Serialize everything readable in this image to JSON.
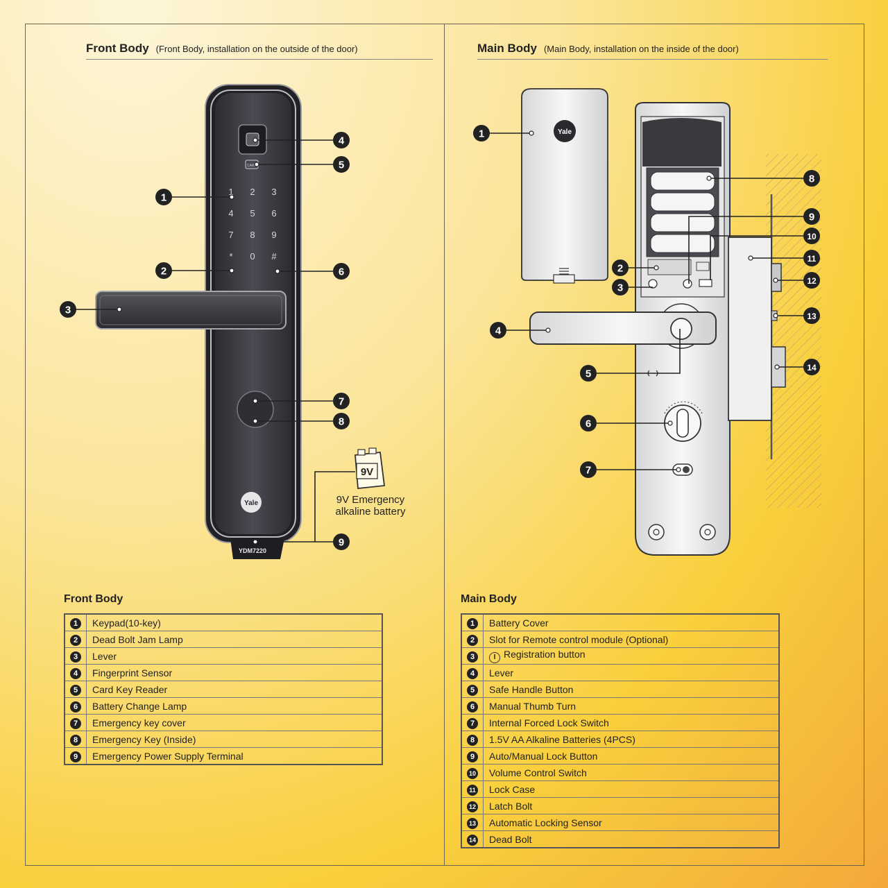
{
  "front": {
    "title": "Front Body",
    "subtitle": "(Front Body, installation on the outside of the door)",
    "keypad": [
      "1",
      "2",
      "3",
      "4",
      "5",
      "6",
      "7",
      "8",
      "9",
      "*",
      "0",
      "#"
    ],
    "card_label": "CARD",
    "brand": "Yale",
    "model": "YDM7220",
    "battery_badge": "9V",
    "battery_label": "9V Emergency alkaline battery",
    "list_title": "Front Body",
    "parts": [
      {
        "n": "1",
        "label": "Keypad(10-key)"
      },
      {
        "n": "2",
        "label": "Dead Bolt Jam Lamp"
      },
      {
        "n": "3",
        "label": "Lever"
      },
      {
        "n": "4",
        "label": "Fingerprint Sensor"
      },
      {
        "n": "5",
        "label": "Card Key Reader"
      },
      {
        "n": "6",
        "label": "Battery Change Lamp"
      },
      {
        "n": "7",
        "label": "Emergency key cover"
      },
      {
        "n": "8",
        "label": "Emergency Key (Inside)"
      },
      {
        "n": "9",
        "label": "Emergency Power Supply Terminal"
      }
    ]
  },
  "main": {
    "title": "Main Body",
    "subtitle": "(Main Body, installation on the inside of the door)",
    "brand": "Yale",
    "list_title": "Main Body",
    "parts": [
      {
        "n": "1",
        "label": "Battery Cover"
      },
      {
        "n": "2",
        "label": "Slot for Remote control module (Optional)"
      },
      {
        "n": "3",
        "label": "Registration button",
        "icon": "I"
      },
      {
        "n": "4",
        "label": "Lever"
      },
      {
        "n": "5",
        "label": "Safe Handle Button"
      },
      {
        "n": "6",
        "label": "Manual Thumb Turn"
      },
      {
        "n": "7",
        "label": "Internal Forced Lock Switch"
      },
      {
        "n": "8",
        "label": "1.5V AA Alkaline Batteries (4PCS)"
      },
      {
        "n": "9",
        "label": "Auto/Manual Lock Button"
      },
      {
        "n": "10",
        "label": "Volume Control Switch"
      },
      {
        "n": "11",
        "label": "Lock Case"
      },
      {
        "n": "12",
        "label": "Latch Bolt"
      },
      {
        "n": "13",
        "label": "Automatic Locking Sensor"
      },
      {
        "n": "14",
        "label": "Dead Bolt"
      }
    ]
  },
  "colors": {
    "lock_dark": "#3a3a40",
    "panel": "#eceded",
    "bullet": "#222222",
    "background": "#f9cf3c"
  }
}
